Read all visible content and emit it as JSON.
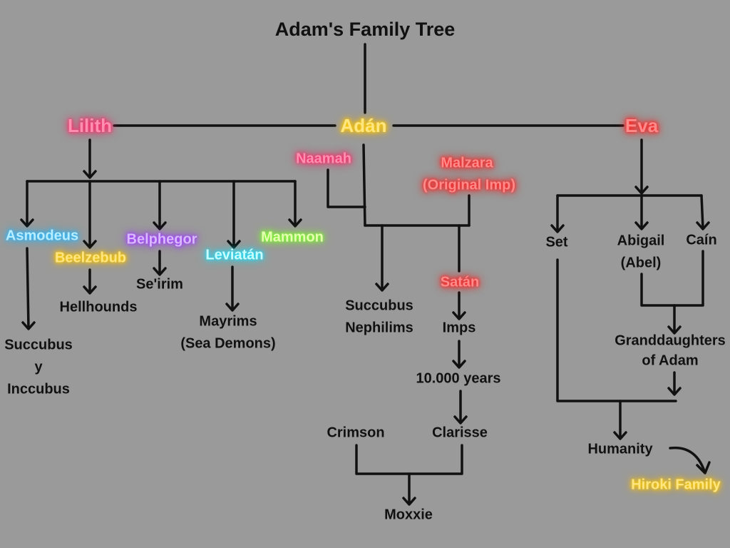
{
  "title": "Adam's Family Tree",
  "colors": {
    "background": "#9a9a9a",
    "line": "#111111",
    "pink": "#ff2a6a",
    "gold": "#ffcc00",
    "red": "#ff2020",
    "blue": "#2cb8ff",
    "purple": "#a040ff",
    "cyan": "#20e0ff",
    "green": "#80ff30"
  },
  "nodes": {
    "adan": "Adán",
    "lilith": "Lilith",
    "eva": "Eva",
    "naamah": "Naamah",
    "malzara_1": "Malzara",
    "malzara_2": "(Original Imp)",
    "asmodeus": "Asmodeus",
    "beelzebub": "Beelzebub",
    "belphegor": "Belphegor",
    "leviatan": "Leviatán",
    "mammon": "Mammon",
    "succubus_y_inccubus_1": "Succubus",
    "succubus_y_inccubus_2": "y",
    "succubus_y_inccubus_3": "Inccubus",
    "hellhounds": "Hellhounds",
    "seirim": "Se'irim",
    "mayrims_1": "Mayrims",
    "mayrims_2": "(Sea Demons)",
    "succubus_nephilims_1": "Succubus",
    "succubus_nephilims_2": "Nephilims",
    "satan": "Satán",
    "imps": "Imps",
    "years": "10.000 years",
    "crimson": "Crimson",
    "clarisse": "Clarisse",
    "moxxie": "Moxxie",
    "set": "Set",
    "abigail_1": "Abigail",
    "abigail_2": "(Abel)",
    "cain": "Caín",
    "granddaughters_1": "Granddaughters",
    "granddaughters_2": "of Adam",
    "humanity": "Humanity",
    "hiroki": "Hiroki Family"
  }
}
